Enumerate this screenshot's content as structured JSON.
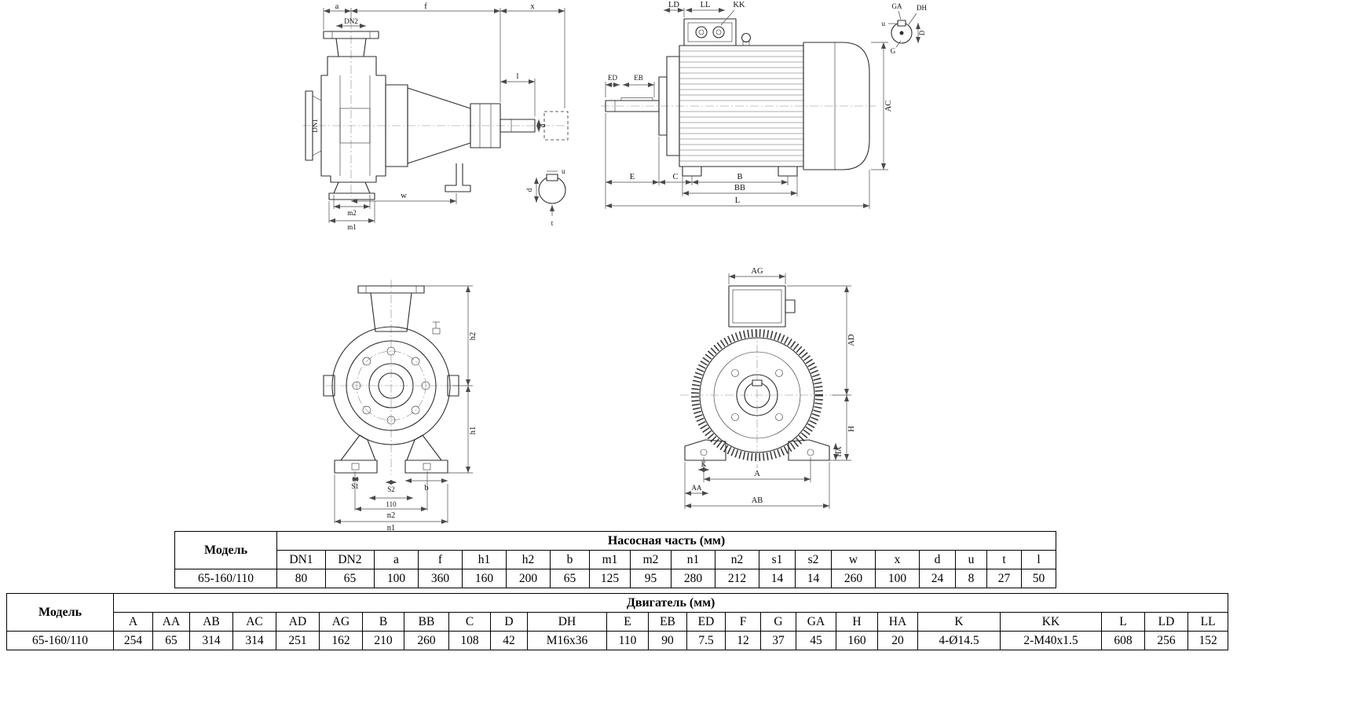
{
  "tables": {
    "pump": {
      "model_label": "Модель",
      "section_label": "Насосная часть (мм)",
      "columns": [
        "DN1",
        "DN2",
        "a",
        "f",
        "h1",
        "h2",
        "b",
        "m1",
        "m2",
        "n1",
        "n2",
        "s1",
        "s2",
        "w",
        "x",
        "d",
        "u",
        "t",
        "l"
      ],
      "row": {
        "model": "65-160/110",
        "values": [
          "80",
          "65",
          "100",
          "360",
          "160",
          "200",
          "65",
          "125",
          "95",
          "280",
          "212",
          "14",
          "14",
          "260",
          "100",
          "24",
          "8",
          "27",
          "50"
        ]
      }
    },
    "motor": {
      "model_label": "Модель",
      "section_label": "Двигатель (мм)",
      "columns": [
        "A",
        "AA",
        "AB",
        "AC",
        "AD",
        "AG",
        "B",
        "BB",
        "C",
        "D",
        "DH",
        "E",
        "EB",
        "ED",
        "F",
        "G",
        "GA",
        "H",
        "HA",
        "K",
        "KK",
        "L",
        "LD",
        "LL"
      ],
      "row": {
        "model": "65-160/110",
        "values": [
          "254",
          "65",
          "314",
          "314",
          "251",
          "162",
          "210",
          "260",
          "108",
          "42",
          "M16x36",
          "110",
          "90",
          "7.5",
          "12",
          "37",
          "45",
          "160",
          "20",
          "4-Ø14.5",
          "2-M40x1.5",
          "608",
          "256",
          "152"
        ]
      }
    }
  },
  "drawings": {
    "pump_side": {
      "labels": {
        "a": "a",
        "dn2": "DN2",
        "f": "f",
        "x": "x",
        "l": "l",
        "d": "d",
        "dn1": "DN1",
        "m2": "m2",
        "m1": "m1",
        "w": "w",
        "sec_d": "d",
        "sec_u": "u",
        "sec_t": "t"
      }
    },
    "motor_side": {
      "labels": {
        "ld": "LD",
        "ll": "LL",
        "kk": "KK",
        "ed": "ED",
        "eb": "EB",
        "ac": "AC",
        "e": "E",
        "c": "C",
        "b": "B",
        "bb": "BB",
        "l": "L",
        "ga": "GA",
        "dh": "DH",
        "u": "u",
        "g": "G",
        "d": "D"
      }
    },
    "pump_front": {
      "labels": {
        "h2": "h2",
        "h1": "h1",
        "s1": "S1",
        "s2": "S2",
        "dim110": "110",
        "b": "b",
        "n2": "n2",
        "n1": "n1"
      }
    },
    "motor_front": {
      "labels": {
        "ag": "AG",
        "ad": "AD",
        "h": "H",
        "ha": "HA",
        "k": "K",
        "a": "A",
        "aa": "AA",
        "ab": "AB"
      }
    }
  }
}
